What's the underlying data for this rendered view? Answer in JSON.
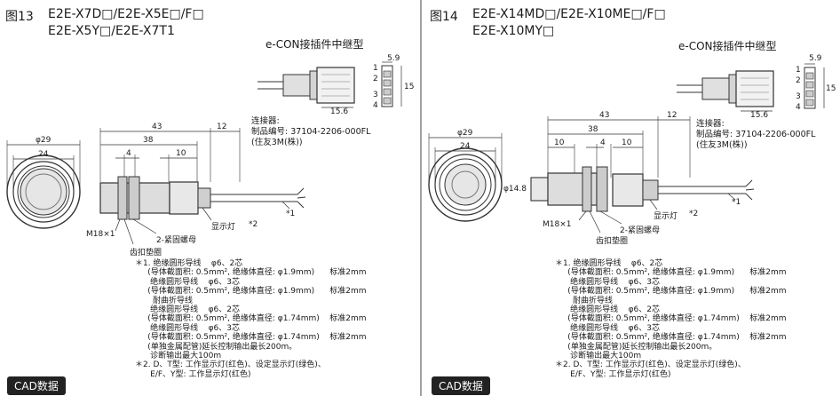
{
  "fig13": {
    "label": "图13",
    "model_line1": "E2E-X7D□/E2E-X5E□/F□",
    "model_line2": "E2E-X5Y□/E2E-X7T1",
    "connector_title": "e-CON接插件中继型",
    "connector_label": "连接器:",
    "connector_part": "制品编号: 37104-2206-000FL",
    "connector_maker": "(住友3M(株))",
    "pins": [
      "1",
      "2",
      "3",
      "4"
    ],
    "dims": {
      "d_5_9": "5.9",
      "d_15": "15",
      "d_15_6": "15.6",
      "d_43": "43",
      "d_12": "12",
      "d_38": "38",
      "d_10": "10",
      "d_4": "4",
      "d_29": "φ29",
      "d_24": "24"
    },
    "labels": {
      "thread": "M18×1",
      "nut": "2-紧固螺母",
      "washer": "齿扣垫圈",
      "indicator": "显示灯",
      "star2": "*2",
      "star1": "*1"
    },
    "notes": [
      "＊1. 绝缘圆形导线    φ6、2芯",
      "     (导体截面积: 0.5mm², 绝缘体直径: φ1.9mm)      标准2mm",
      "      绝缘圆形导线    φ6、3芯",
      "     (导体截面积: 0.5mm², 绝缘体直径: φ1.9mm)      标准2mm",
      "       耐曲折导线",
      "      绝缘圆形导线    φ6、2芯",
      "     (导体截面积: 0.5mm², 绝缘体直径: φ1.74mm)    标准2mm",
      "      绝缘圆形导线    φ6、3芯",
      "     (导体截面积: 0.5mm², 绝缘体直径: φ1.74mm)    标准2mm",
      "     (单独金属配管)延长控制输出最长200m。",
      "      诊断输出最大100m",
      "＊2. D、T型: 工作显示灯(红色)、设定显示灯(绿色)、",
      "      E/F、Y型: 工作显示灯(红色)"
    ],
    "cad": "CAD数据"
  },
  "fig14": {
    "label": "图14",
    "model_line1": "E2E-X14MD□/E2E-X10ME□/F□",
    "model_line2": "E2E-X10MY□",
    "connector_title": "e-CON接插件中继型",
    "connector_label": "连接器:",
    "connector_part": "制品编号: 37104-2206-000FL",
    "connector_maker": "(住友3M(株))",
    "pins": [
      "1",
      "2",
      "3",
      "4"
    ],
    "dims": {
      "d_5_9": "5.9",
      "d_15": "15",
      "d_15_6": "15.6",
      "d_43": "43",
      "d_12": "12",
      "d_38": "38",
      "d_10": "10",
      "d_4": "4",
      "d_29": "φ29",
      "d_24": "24",
      "d_14_8": "φ14.8"
    },
    "labels": {
      "thread": "M18×1",
      "nut": "2-紧固螺母",
      "washer": "齿扣垫圈",
      "indicator": "显示灯",
      "star2": "*2",
      "star1": "*1"
    },
    "notes": [
      "＊1. 绝缘圆形导线    φ6、2芯",
      "     (导体截面积: 0.5mm², 绝缘体直径: φ1.9mm)      标准2mm",
      "      绝缘圆形导线    φ6、3芯",
      "     (导体截面积: 0.5mm², 绝缘体直径: φ1.9mm)      标准2mm",
      "       耐曲折导线",
      "      绝缘圆形导线    φ6、2芯",
      "     (导体截面积: 0.5mm², 绝缘体直径: φ1.74mm)    标准2mm",
      "      绝缘圆形导线    φ6、3芯",
      "     (导体截面积: 0.5mm², 绝缘体直径: φ1.74mm)    标准2mm",
      "     (单独金属配管)延长控制输出最长200m。",
      "      诊断输出最大100m",
      "＊2. D、T型: 工作显示灯(红色)、设定显示灯(绿色)、",
      "      E/F、Y型: 工作显示灯(红色)"
    ],
    "cad": "CAD数据"
  }
}
